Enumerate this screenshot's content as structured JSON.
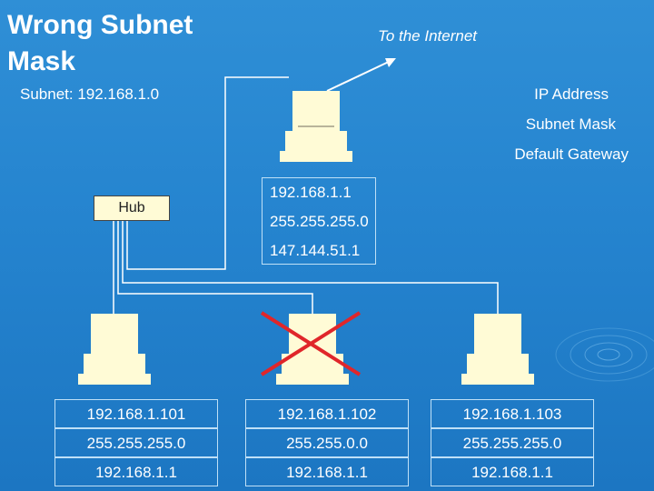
{
  "title": "Wrong Subnet Mask",
  "internet_label": "To the Internet",
  "subnet_label": "Subnet: 192.168.1.0",
  "legend": {
    "ip": "IP Address",
    "mask": "Subnet Mask",
    "gateway": "Default Gateway"
  },
  "hub_label": "Hub",
  "router": {
    "ip": "192.168.1.1",
    "mask": "255.255.255.0",
    "gateway": "147.144.51.1"
  },
  "hosts": [
    {
      "ip": "192.168.1.101",
      "mask": "255.255.255.0",
      "gateway": "192.168.1.1",
      "error": false
    },
    {
      "ip": "192.168.1.102",
      "mask": "255.255.0.0",
      "gateway": "192.168.1.1",
      "error": true
    },
    {
      "ip": "192.168.1.103",
      "mask": "255.255.255.0",
      "gateway": "192.168.1.1",
      "error": false
    }
  ],
  "colors": {
    "background": "#2584cf",
    "computer": "#fffbd6",
    "error_cross": "#e0262a",
    "line": "#ffffff"
  }
}
